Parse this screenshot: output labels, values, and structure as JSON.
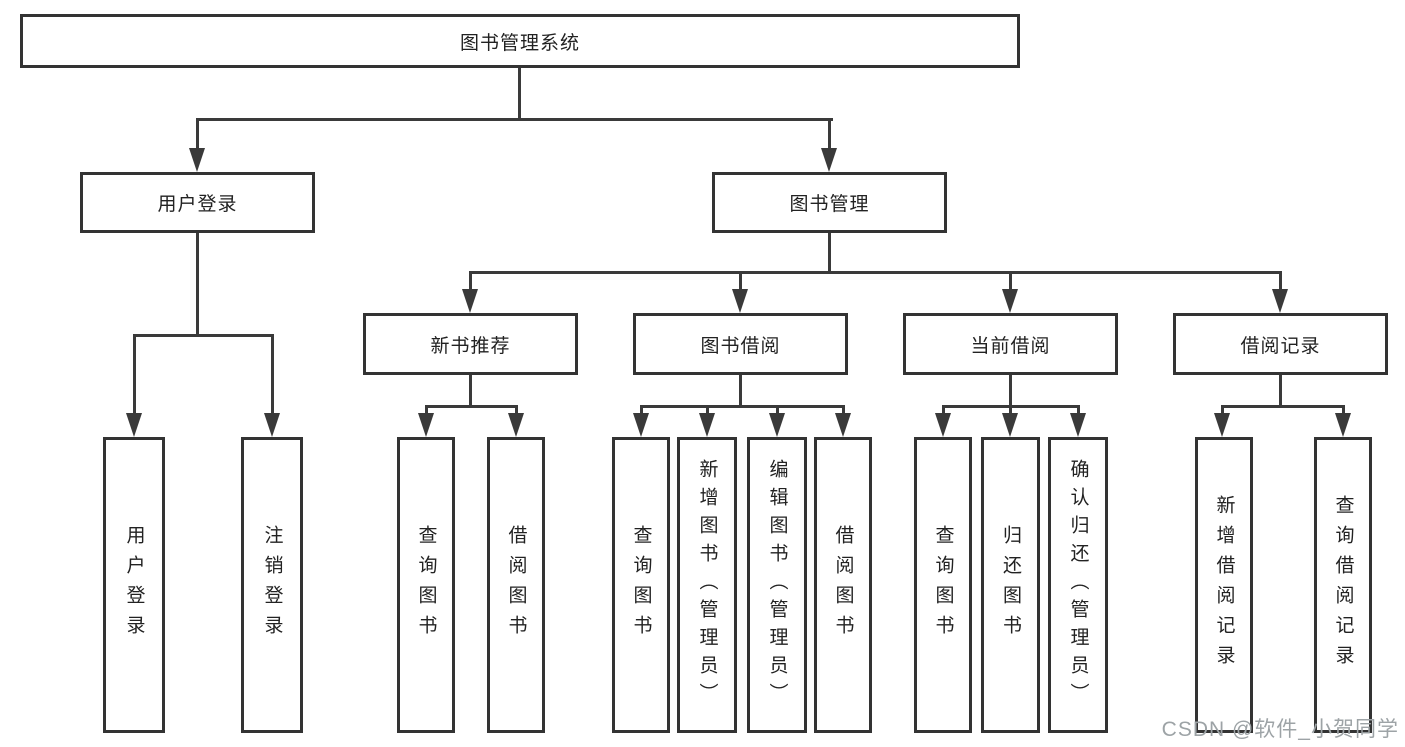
{
  "diagram": {
    "title": "图书管理系统",
    "level2": {
      "user_login": "用户登录",
      "book_management": "图书管理"
    },
    "level3": {
      "new_book_recommendation": "新书推荐",
      "book_borrowing": "图书借阅",
      "current_borrowing": "当前借阅",
      "borrowing_records": "借阅记录"
    },
    "leaves": {
      "user_login": "用户登录",
      "logout": "注销登录",
      "recommend_query_books": "查询图书",
      "recommend_borrow_books": "借阅图书",
      "borrow_query_books": "查询图书",
      "borrow_add_books": "新增图书（管理员）",
      "borrow_edit_books": "编辑图书（管理员）",
      "borrow_borrow_books": "借阅图书",
      "current_query_books": "查询图书",
      "current_return_books": "归还图书",
      "current_confirm_return": "确认归还（管理员）",
      "records_add_record": "新增借阅记录",
      "records_query_record": "查询借阅记录"
    }
  },
  "watermark": "CSDN @软件_小贺同学",
  "colors": {
    "line": "#3a3a3a",
    "border": "#333333",
    "text": "#222222",
    "watermark": "#9da3a6",
    "background": "#ffffff"
  }
}
